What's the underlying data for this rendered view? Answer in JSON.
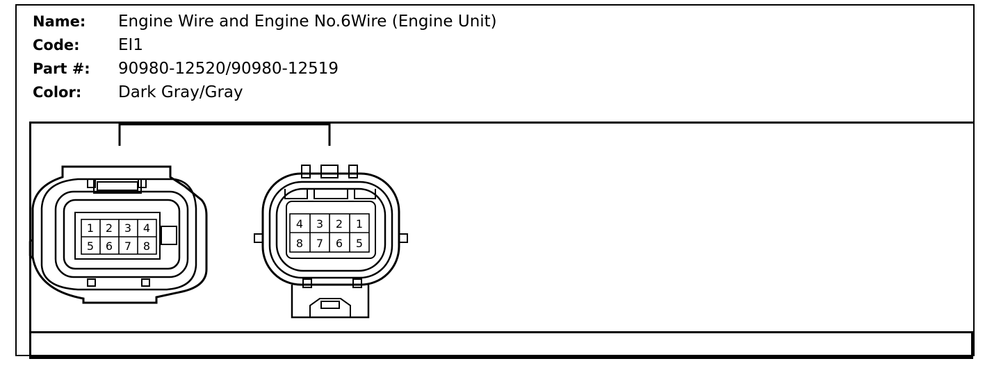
{
  "connector": {
    "name_label": "Name:",
    "name_value": "Engine Wire and Engine No.6Wire (Engine Unit)",
    "code_label": "Code:",
    "code_value": "EI1",
    "part_label": "Part #:",
    "part_value": "90980-12520/90980-12519",
    "color_label": "Color:",
    "color_value": "Dark Gray/Gray"
  },
  "left_pins": {
    "top": [
      "1",
      "2",
      "3",
      "4"
    ],
    "bottom": [
      "5",
      "6",
      "7",
      "8"
    ]
  },
  "right_pins": {
    "top": [
      "4",
      "3",
      "2",
      "1"
    ],
    "bottom": [
      "8",
      "7",
      "6",
      "5"
    ]
  }
}
